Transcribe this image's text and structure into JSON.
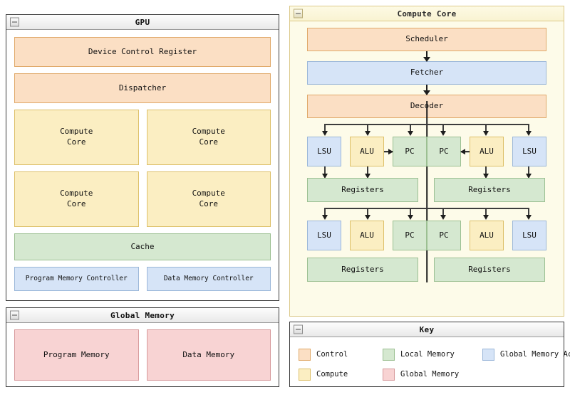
{
  "gpu": {
    "title": "GPU",
    "collapse_icon": "collapse-minus-icon",
    "device_control_register": "Device Control Register",
    "dispatcher": "Dispatcher",
    "compute_cores": [
      "Compute\nCore",
      "Compute\nCore",
      "Compute\nCore",
      "Compute\nCore"
    ],
    "cache": "Cache",
    "program_memory_controller": "Program Memory Controller",
    "data_memory_controller": "Data Memory Controller"
  },
  "global_memory": {
    "title": "Global Memory",
    "program_memory": "Program Memory",
    "data_memory": "Data Memory"
  },
  "compute_core": {
    "title": "Compute Core",
    "scheduler": "Scheduler",
    "fetcher": "Fetcher",
    "decoder": "Decoder",
    "thread_rows": [
      {
        "left_units": [
          "LSU",
          "ALU",
          "PC"
        ],
        "right_units": [
          "PC",
          "ALU",
          "LSU"
        ],
        "left_registers": "Registers",
        "right_registers": "Registers"
      },
      {
        "left_units": [
          "LSU",
          "ALU",
          "PC"
        ],
        "right_units": [
          "PC",
          "ALU",
          "LSU"
        ],
        "left_registers": "Registers",
        "right_registers": "Registers"
      }
    ]
  },
  "key": {
    "title": "Key",
    "entries": [
      {
        "label": "Control",
        "color": "#fbdfc4",
        "border": "#e0a96a"
      },
      {
        "label": "Local Memory",
        "color": "#d5e8d0",
        "border": "#9cc092"
      },
      {
        "label": "Global Memory Access",
        "color": "#d6e4f7",
        "border": "#9bb7d9"
      },
      {
        "label": "Compute",
        "color": "#fbeec2",
        "border": "#ddc069"
      },
      {
        "label": "Global Memory",
        "color": "#f8d3d3",
        "border": "#d79a9c"
      }
    ]
  }
}
